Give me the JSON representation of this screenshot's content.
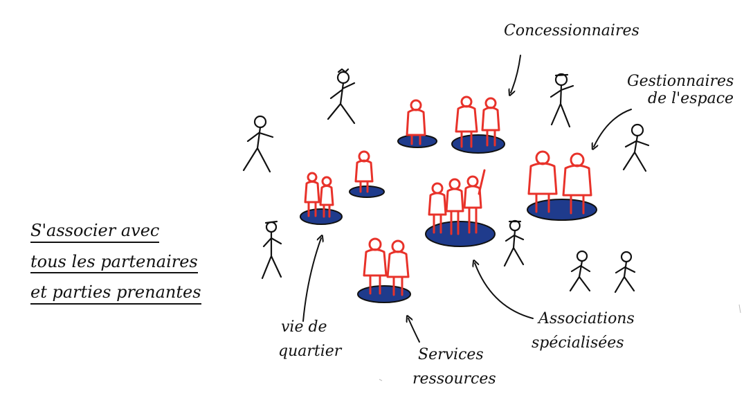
{
  "colors": {
    "ink": "#111111",
    "figure_red": "#e8322a",
    "base_blue": "#1f3b8c"
  },
  "title": {
    "line1": "S'associer avec",
    "line2": "tous les partenaires",
    "line3": "et parties prenantes"
  },
  "labels": {
    "concessionnaires": "Concessionnaires",
    "gestionnaires_line1": "Gestionnaires",
    "gestionnaires_line2": "de l'espace",
    "vie_line1": "vie de",
    "vie_line2": "quartier",
    "services_line1": "Services",
    "services_line2": "ressources",
    "associations_line1": "Associations",
    "associations_line2": "spécialisées"
  }
}
